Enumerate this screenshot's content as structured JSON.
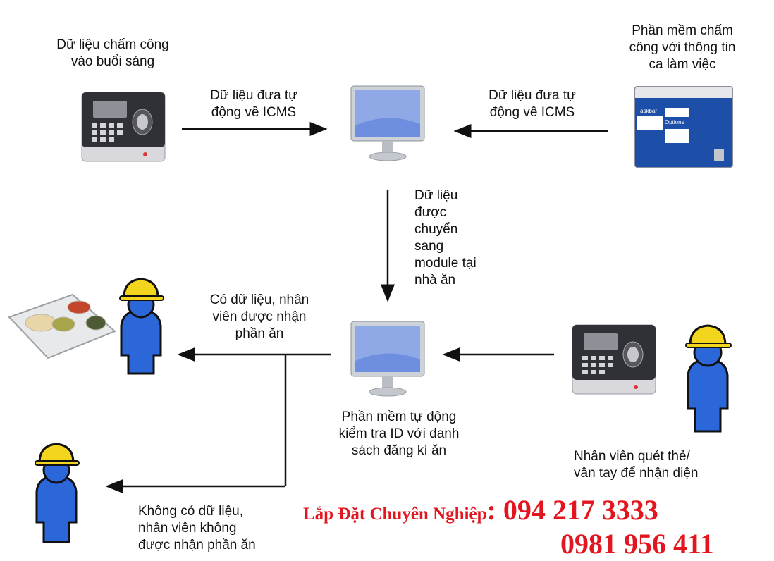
{
  "labels": {
    "morning_data": "Dữ liệu chấm công\nvào buổi sáng",
    "auto_left": "Dữ liệu đưa tự\nđộng về ICMS",
    "software_info": "Phần mềm chấm\ncông với thông tin\nca làm việc",
    "auto_right": "Dữ liệu đưa tự\nđộng về ICMS",
    "transfer": "Dữ liệu\nđược\nchuyển\nsang\nmodule tại\nnhà ăn",
    "has_data": "Có dữ liệu, nhân\nviên được nhận\nphần ăn",
    "check_id": "Phần mềm tự động\nkiểm tra ID với danh\nsách đăng kí ăn",
    "scan": "Nhân viên quét thẻ/\nvân tay để nhận diện",
    "no_data": "Không có dữ liệu,\nnhân viên không\nđược nhận phần ăn"
  },
  "software_window": {
    "taskbar": "Taskbar",
    "options": "Options"
  },
  "contact": {
    "title": "Lắp Đặt Chuyên Nghiệp",
    "sep": ": ",
    "phone1": "094 217 3333",
    "phone2": "0981 956 411"
  },
  "colors": {
    "person": "#2b67d8",
    "helmet": "#f2d51c",
    "contact": "#e3161f",
    "arrow": "#111111"
  }
}
